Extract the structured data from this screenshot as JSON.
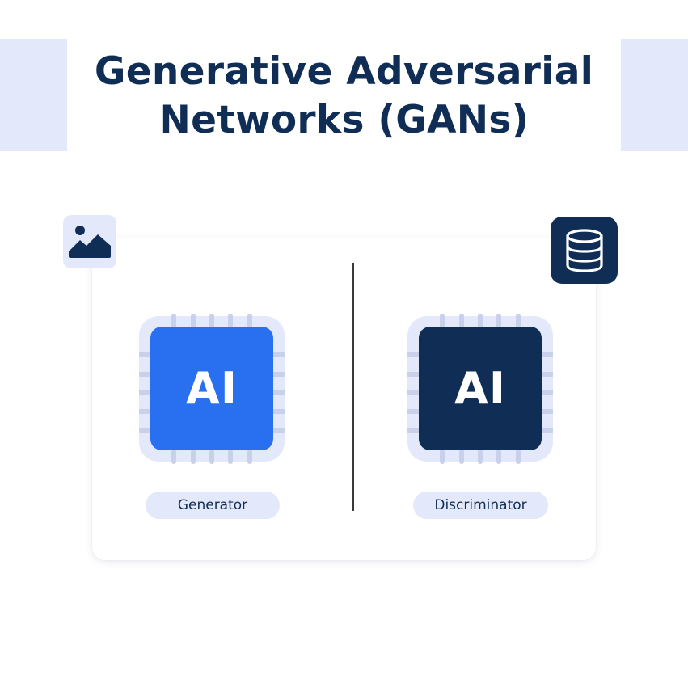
{
  "title": {
    "line1": "Generative Adversarial",
    "line2": "Networks (GANs)"
  },
  "icons": {
    "image": "image-icon",
    "database": "database-icon"
  },
  "generator": {
    "chip_text": "AI",
    "label": "Generator",
    "color": "#2970f0"
  },
  "discriminator": {
    "chip_text": "AI",
    "label": "Discriminator",
    "color": "#0f2d55"
  },
  "colors": {
    "navy": "#0f2d55",
    "blue": "#2970f0",
    "light": "#e4e8fb",
    "pins": "#c9d1ea"
  }
}
